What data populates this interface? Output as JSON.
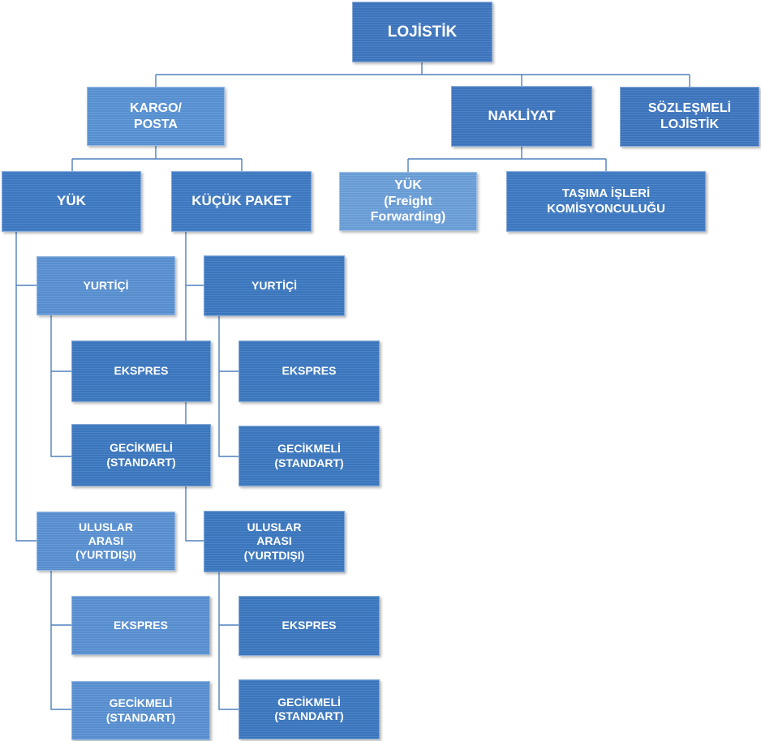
{
  "chart": {
    "root": "LOJİSTİK",
    "level1": {
      "kargo": "KARGO/\nPOSTA",
      "nakliyat": "NAKLİYAT",
      "sozlesmeli": "SÖZLEŞMELİ\nLOJİSTİK"
    },
    "kargo_children": {
      "yuk": "YÜK",
      "kucuk_paket": "KÜÇÜK PAKET"
    },
    "nakliyat_children": {
      "yuk_freight": "YÜK\n(Freight\nForwarding)",
      "tasima": "TAŞIMA İŞLERİ\nKOMİSYONCULUĞU"
    },
    "yuk_branch": {
      "yurtici": "YURTİÇİ",
      "yurtici_ekspres": "EKSPRES",
      "yurtici_gecikmeli": "GECİKMELİ\n(STANDART)",
      "uluslararasi": "ULUSLAR\nARASI\n(YURTDIŞI)",
      "uluslararasi_ekspres": "EKSPRES",
      "uluslararasi_gecikmeli": "GECİKMELİ\n(STANDART)"
    },
    "paket_branch": {
      "yurtici": "YURTİÇİ",
      "yurtici_ekspres": "EKSPRES",
      "yurtici_gecikmeli": "GECİKMELİ\n(STANDART)",
      "uluslararasi": "ULUSLAR\nARASI\n(YURTDIŞI)",
      "uluslararasi_ekspres": "EKSPRES",
      "uluslararasi_gecikmeli": "GECİKMELİ\n(STANDART)"
    }
  },
  "colors": {
    "connector": "#4f81bd",
    "box_dark": "#3f78c2",
    "box_light": "#6da1dc",
    "text": "#ffffff"
  }
}
